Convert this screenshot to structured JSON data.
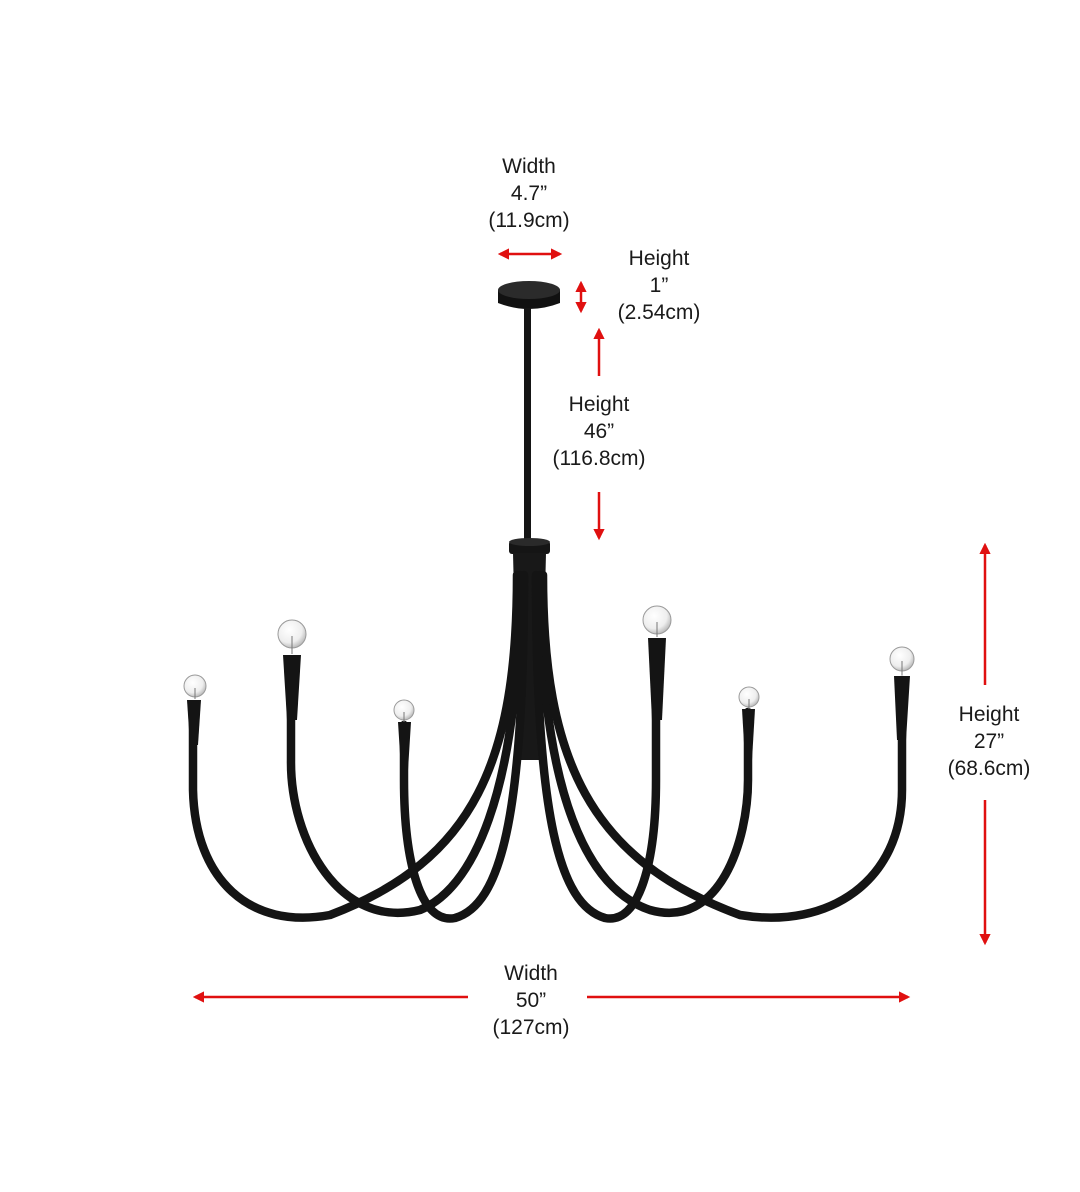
{
  "colors": {
    "arrow": "#e01010",
    "fixture": "#141414",
    "bulb": "#f4f4f4",
    "text": "#1a1a1a"
  },
  "labels": {
    "canopy_width": {
      "title": "Width",
      "imperial": "4.7”",
      "metric": "(11.9cm)"
    },
    "canopy_height": {
      "title": "Height",
      "imperial": "1”",
      "metric": "(2.54cm)"
    },
    "rod_height": {
      "title": "Height",
      "imperial": "46”",
      "metric": "(116.8cm)"
    },
    "body_height": {
      "title": "Height",
      "imperial": "27”",
      "metric": "(68.6cm)"
    },
    "overall_width": {
      "title": "Width",
      "imperial": "50”",
      "metric": "(127cm)"
    }
  }
}
